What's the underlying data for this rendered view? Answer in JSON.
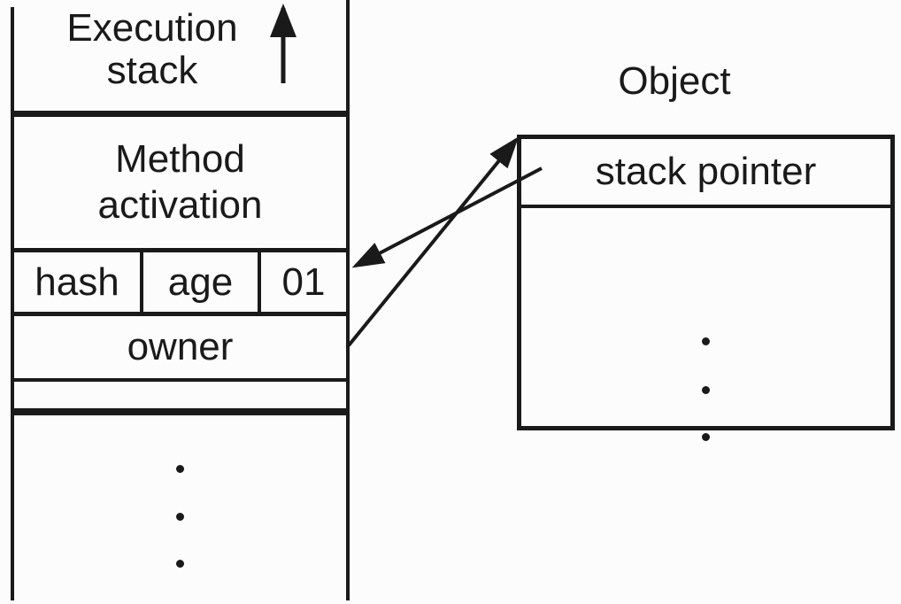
{
  "colors": {
    "ink": "#1a1a1a",
    "background": "#fcfcfc"
  },
  "stack": {
    "title": "Execution stack",
    "method_activation_label": "Method activation",
    "header_cells": [
      "hash",
      "age",
      "01"
    ],
    "owner_label": "owner"
  },
  "object": {
    "title": "Object",
    "stack_pointer_label": "stack pointer"
  },
  "icons": {
    "stack_growth": "up-arrow",
    "stack_ellipsis": "vertical-ellipsis",
    "object_ellipsis": "vertical-ellipsis",
    "owner_to_object": "diagonal-arrow",
    "stack_pointer_to_stack": "diagonal-arrow"
  }
}
